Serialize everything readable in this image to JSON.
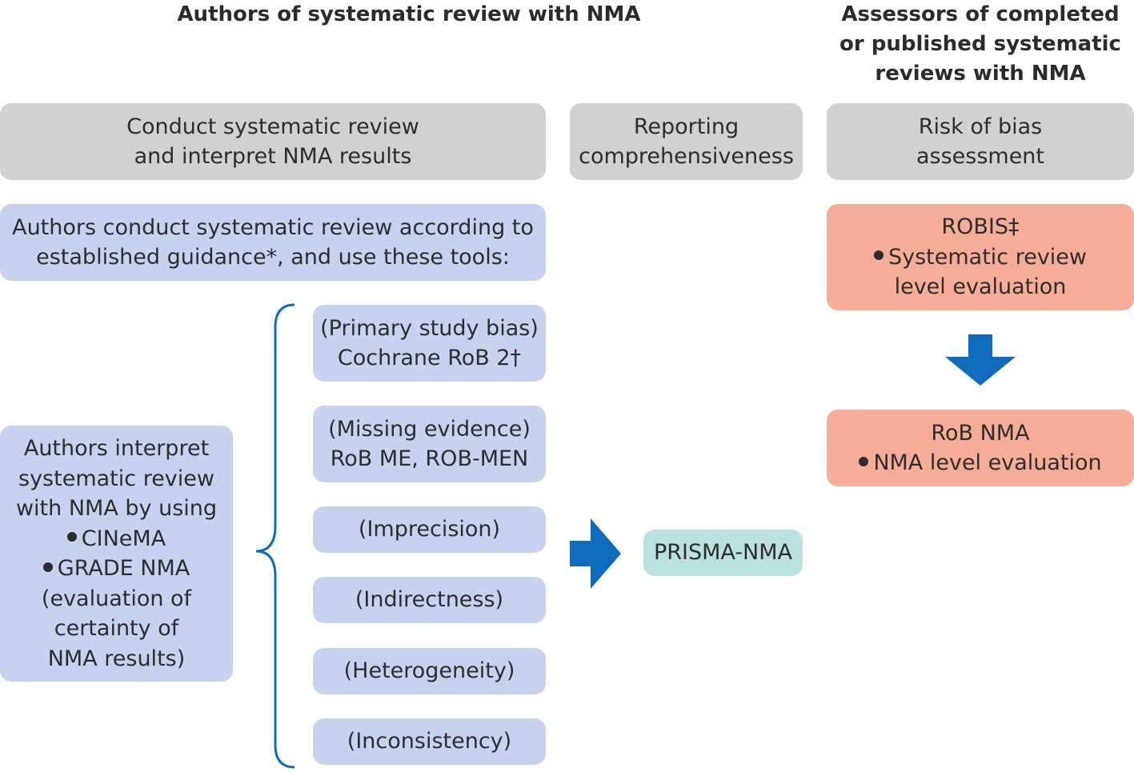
{
  "headers": {
    "authors": "Authors of systematic review with NMA",
    "assessors": [
      "Assessors of completed",
      "or published systematic",
      "reviews with NMA"
    ]
  },
  "columns": {
    "conduct": [
      "Conduct systematic review",
      "and interpret NMA results"
    ],
    "reporting": [
      "Reporting",
      "comprehensiveness"
    ],
    "risk": [
      "Risk of bias",
      "assessment"
    ]
  },
  "authors_conduct": [
    "Authors conduct systematic review according to",
    "established guidance*, and use these tools:"
  ],
  "authors_interpret": {
    "lines": [
      "Authors interpret",
      "systematic review",
      "with NMA by using"
    ],
    "bullets": [
      "CINeMA",
      "GRADE NMA"
    ],
    "tail": [
      "(evaluation of",
      "certainty of",
      "NMA results)"
    ]
  },
  "tools": [
    [
      "(Primary study bias)",
      "Cochrane RoB 2†"
    ],
    [
      "(Missing evidence)",
      "RoB ME, ROB-MEN"
    ],
    [
      "(Imprecision)"
    ],
    [
      "(Indirectness)"
    ],
    [
      "(Heterogeneity)"
    ],
    [
      "(Inconsistency)"
    ]
  ],
  "prisma": "PRISMA-NMA",
  "robis": {
    "title": "ROBIS‡",
    "bullet": "Systematic review",
    "cont": "level evaluation"
  },
  "robnma": {
    "title": "RoB NMA",
    "bullet": "NMA level evaluation"
  },
  "colors": {
    "gray": "#d1d1d1",
    "blue": "#c7d3ee",
    "salmon": "#f6ad97",
    "teal": "#b9e2df",
    "arrow": "#0f6cbd"
  },
  "icons": [
    "right-arrow-icon",
    "down-arrow-icon",
    "curly-brace-icon",
    "bullet-icon"
  ]
}
